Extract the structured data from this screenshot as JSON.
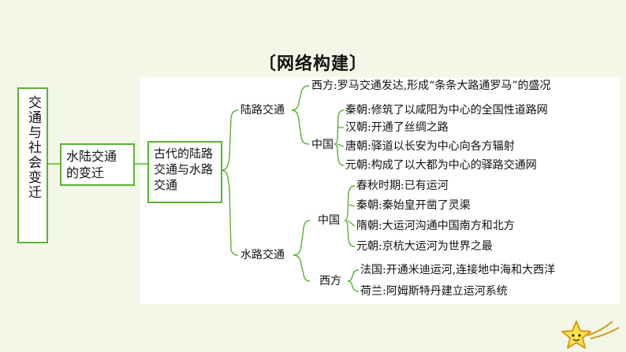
{
  "title": "〔网络构建〕",
  "root": "交通与社会变迁",
  "level1": "水陆交通的变迁",
  "level2": "古代的陆路交通与水路交通",
  "land": {
    "label": "陆路交通",
    "west": "西方:罗马交通发达,形成“条条大路通罗马”的盛况",
    "china_label": "中国",
    "china": [
      "秦朝:修筑了以咸阳为中心的全国性道路网",
      "汉朝:开通了丝绸之路",
      "唐朝:驿道以长安为中心向各方辐射",
      "元朝:构成了以大都为中心的驿路交通网"
    ]
  },
  "water": {
    "label": "水路交通",
    "china_label": "中国",
    "china": [
      "春秋时期:已有运河",
      "秦朝:秦始皇开凿了灵渠",
      "隋朝:大运河沟通中国南方和北方",
      "元朝:京杭大运河为世界之最"
    ],
    "west_label": "西方",
    "west": [
      "法国:开通米迪运河,连接地中海和大西洋",
      "荷兰:阿姆斯特丹建立运河系统"
    ]
  },
  "colors": {
    "line": "#5ab331",
    "star": "#ffe34d",
    "star_stroke": "#d89a1a"
  },
  "decoration_icon": "star-icon"
}
